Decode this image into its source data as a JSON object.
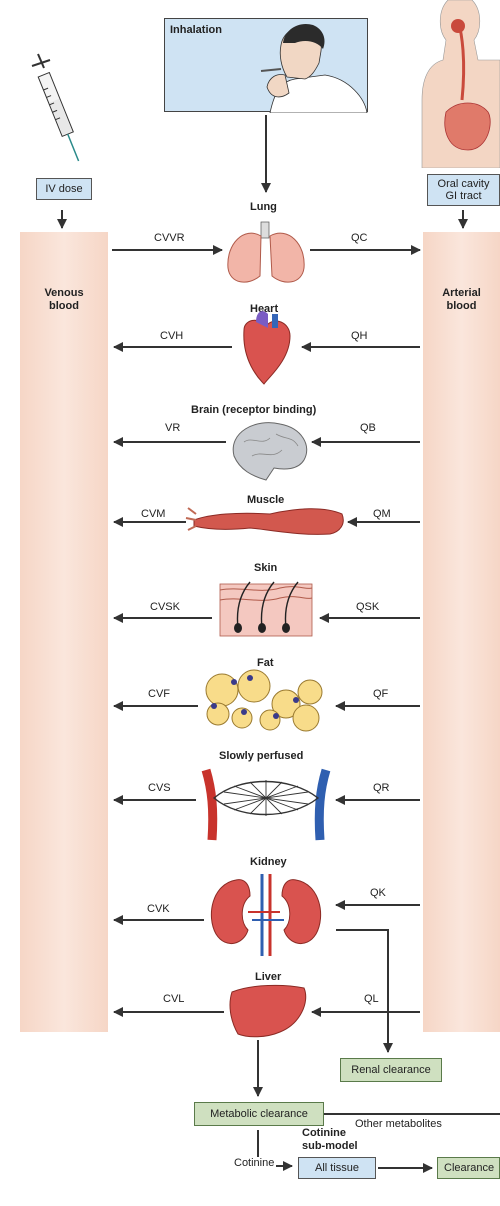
{
  "inhalation": {
    "label": "Inhalation"
  },
  "iv_dose": {
    "label": "IV dose"
  },
  "oral": {
    "line1": "Oral cavity",
    "line2": "GI tract"
  },
  "venous": {
    "line1": "Venous",
    "line2": "blood"
  },
  "arterial": {
    "line1": "Arterial",
    "line2": "blood"
  },
  "organs": [
    {
      "id": "lung",
      "name": "Lung",
      "venous_flow": "CVVR",
      "arterial_flow": "QC"
    },
    {
      "id": "heart",
      "name": "Heart",
      "venous_flow": "CVH",
      "arterial_flow": "QH"
    },
    {
      "id": "brain",
      "name": "Brain (receptor binding)",
      "venous_flow": "VR",
      "arterial_flow": "QB"
    },
    {
      "id": "muscle",
      "name": "Muscle",
      "venous_flow": "CVM",
      "arterial_flow": "QM"
    },
    {
      "id": "skin",
      "name": "Skin",
      "venous_flow": "CVSK",
      "arterial_flow": "QSK"
    },
    {
      "id": "fat",
      "name": "Fat",
      "venous_flow": "CVF",
      "arterial_flow": "QF"
    },
    {
      "id": "slowly",
      "name": "Slowly perfused",
      "venous_flow": "CVS",
      "arterial_flow": "QR"
    },
    {
      "id": "kidney",
      "name": "Kidney",
      "venous_flow": "CVK",
      "arterial_flow": "QK"
    },
    {
      "id": "liver",
      "name": "Liver",
      "venous_flow": "CVL",
      "arterial_flow": "QL"
    }
  ],
  "renal_clearance": "Renal clearance",
  "metabolic_clearance": "Metabolic clearance",
  "other_metabolites": "Other metabolites",
  "cotinine": "Cotinine",
  "cotinine_submodel": {
    "line1": "Cotinine",
    "line2": "sub-model"
  },
  "all_tissue": "All tissue",
  "clearance": "Clearance",
  "colors": {
    "venous_column": "#f6d6c6",
    "box_blue": "#cfe3f3",
    "box_green": "#cfe0c0",
    "arrow": "#333333",
    "organ_red": "#d9534f",
    "vein_blue": "#2f5fb0"
  }
}
